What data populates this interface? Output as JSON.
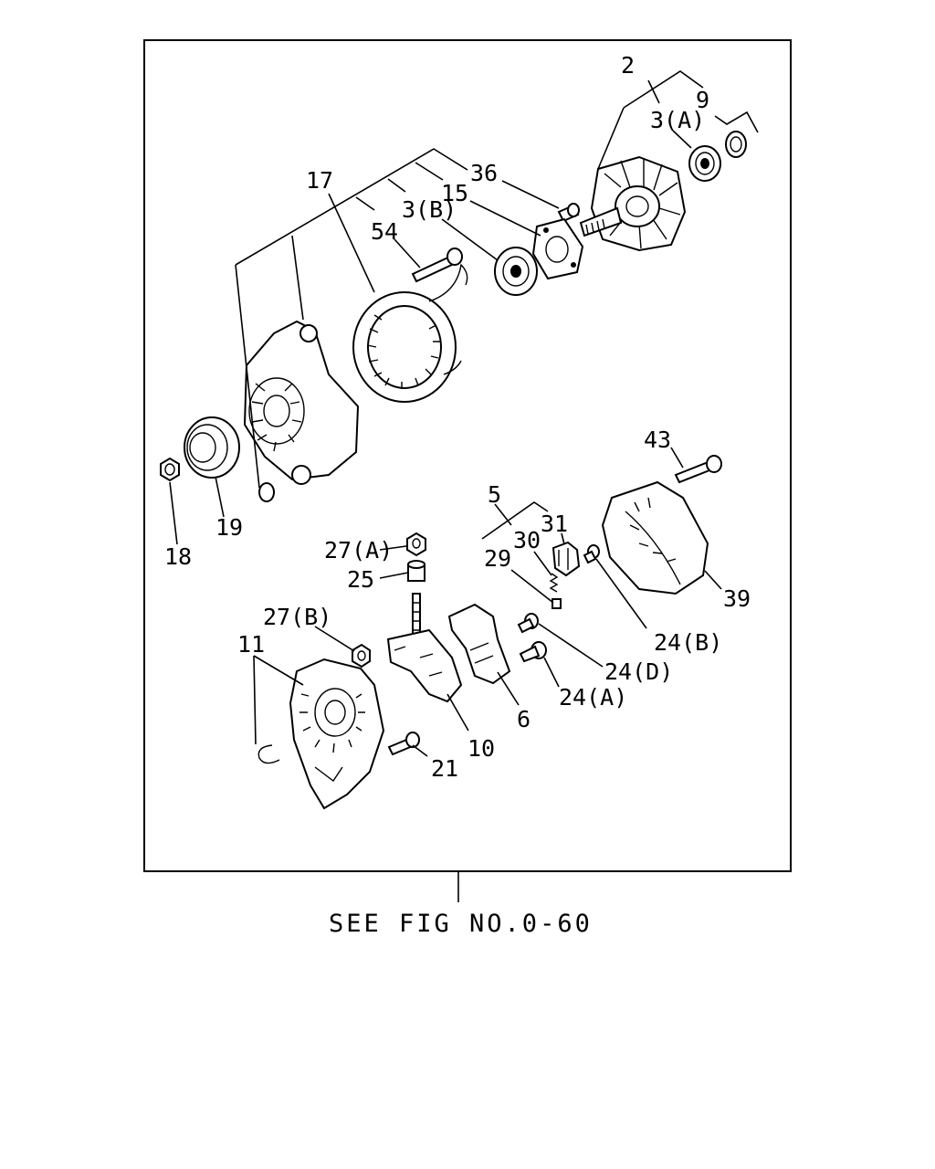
{
  "labels": {
    "p2": "2",
    "p9": "9",
    "p3a": "3(A)",
    "p36": "36",
    "p15": "15",
    "p17": "17",
    "p3b": "3(B)",
    "p54": "54",
    "p43": "43",
    "p5": "5",
    "p31": "31",
    "p30": "30",
    "p29": "29",
    "p27a": "27(A)",
    "p25": "25",
    "p27b": "27(B)",
    "p11": "11",
    "p18": "18",
    "p19": "19",
    "p39": "39",
    "p24b": "24(B)",
    "p24d": "24(D)",
    "p24a": "24(A)",
    "p6": "6",
    "p10": "10",
    "p21": "21"
  },
  "reference": "SEE FIG NO.0-60"
}
